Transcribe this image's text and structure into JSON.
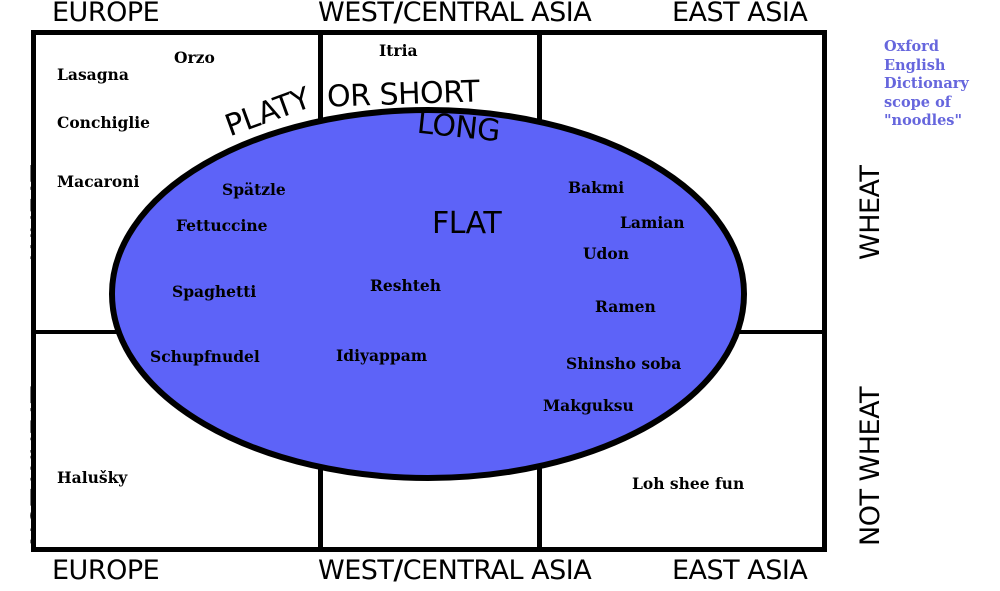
{
  "diagram": {
    "title_note": "Oxford English Dictionary scope of \"noodles\"",
    "colors": {
      "ellipse_fill": "#5d63f8",
      "ellipse_stroke": "#000000",
      "grid": "#000000",
      "note_text": "#6666dd",
      "background": "#ffffff"
    },
    "columns": [
      {
        "id": "europe",
        "label": "EUROPE"
      },
      {
        "id": "west-central-asia",
        "label_before_slash": "WEST",
        "slash": "/",
        "label_after_slash": "CENTRAL ASIA",
        "label": "WEST/CENTRAL ASIA"
      },
      {
        "id": "east-asia",
        "label": "EAST ASIA"
      }
    ],
    "rows": [
      {
        "id": "wheat",
        "label": "WHEAT"
      },
      {
        "id": "not-wheat",
        "label": "NOT WHEAT"
      }
    ],
    "descriptors": [
      {
        "id": "platy",
        "text": "PLATY"
      },
      {
        "id": "or-short",
        "text": "OR SHORT"
      },
      {
        "id": "long",
        "text": "LONG"
      },
      {
        "id": "flat",
        "text": "FLAT"
      }
    ],
    "note": {
      "line1": "Oxford",
      "line2": "English",
      "line3": "Dictionary",
      "line4": "scope of",
      "line5": "\"noodles\""
    },
    "items": [
      {
        "id": "orzo",
        "label": "Orzo",
        "column": "europe",
        "row": "wheat",
        "inside_oval": false
      },
      {
        "id": "lasagna",
        "label": "Lasagna",
        "column": "europe",
        "row": "wheat",
        "inside_oval": false
      },
      {
        "id": "conchiglie",
        "label": "Conchiglie",
        "column": "europe",
        "row": "wheat",
        "inside_oval": false
      },
      {
        "id": "macaroni",
        "label": "Macaroni",
        "column": "europe",
        "row": "wheat",
        "inside_oval": false
      },
      {
        "id": "spatzle",
        "label": "Spätzle",
        "column": "europe",
        "row": "wheat",
        "inside_oval": true
      },
      {
        "id": "fettuccine",
        "label": "Fettuccine",
        "column": "europe",
        "row": "wheat",
        "inside_oval": true
      },
      {
        "id": "spaghetti",
        "label": "Spaghetti",
        "column": "europe",
        "row": "wheat",
        "inside_oval": true
      },
      {
        "id": "schupfnudel",
        "label": "Schupfnudel",
        "column": "europe",
        "row": "not-wheat",
        "inside_oval": true
      },
      {
        "id": "halusky",
        "label": "Halušky",
        "column": "europe",
        "row": "not-wheat",
        "inside_oval": false
      },
      {
        "id": "itria",
        "label": "Itria",
        "column": "west-central-asia",
        "row": "wheat",
        "inside_oval": false
      },
      {
        "id": "reshteh",
        "label": "Reshteh",
        "column": "west-central-asia",
        "row": "wheat",
        "inside_oval": true
      },
      {
        "id": "idiyappam",
        "label": "Idiyappam",
        "column": "west-central-asia",
        "row": "not-wheat",
        "inside_oval": true
      },
      {
        "id": "bakmi",
        "label": "Bakmi",
        "column": "east-asia",
        "row": "wheat",
        "inside_oval": true
      },
      {
        "id": "lamian",
        "label": "Lamian",
        "column": "east-asia",
        "row": "wheat",
        "inside_oval": true
      },
      {
        "id": "udon",
        "label": "Udon",
        "column": "east-asia",
        "row": "wheat",
        "inside_oval": true
      },
      {
        "id": "ramen",
        "label": "Ramen",
        "column": "east-asia",
        "row": "wheat",
        "inside_oval": true
      },
      {
        "id": "shinsho-soba",
        "label": "Shinsho soba",
        "column": "east-asia",
        "row": "not-wheat",
        "inside_oval": true
      },
      {
        "id": "makguksu",
        "label": "Makguksu",
        "column": "east-asia",
        "row": "not-wheat",
        "inside_oval": true
      },
      {
        "id": "loh-shee-fun",
        "label": "Loh shee fun",
        "column": "east-asia",
        "row": "not-wheat",
        "inside_oval": false
      }
    ]
  }
}
